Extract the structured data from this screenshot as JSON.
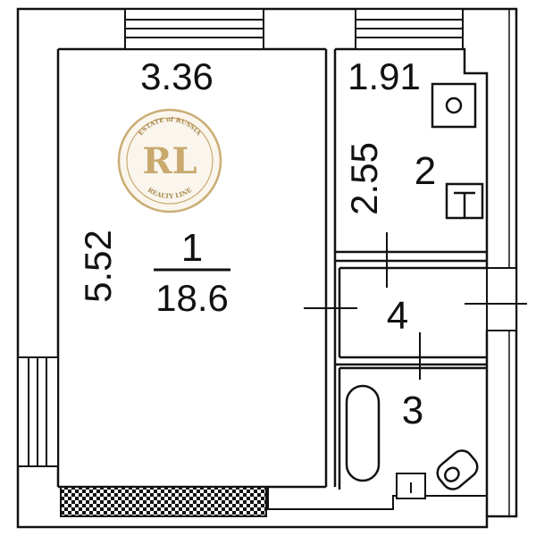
{
  "logo": {
    "monogram": "RL",
    "arc_top": "ESTATE of RUSSIA",
    "arc_bottom": "REALTY LINE"
  },
  "dimensions": {
    "room1_width": "3.36",
    "room1_length": "5.52",
    "room2_width": "1.91",
    "room2_length": "2.55"
  },
  "rooms": [
    {
      "number": "1",
      "area": "18.6"
    },
    {
      "number": "2"
    },
    {
      "number": "3"
    },
    {
      "number": "4"
    }
  ],
  "colors": {
    "line": "#111111",
    "logo_gold": "#c9a96e",
    "logo_gold_dark": "#a8884c"
  }
}
